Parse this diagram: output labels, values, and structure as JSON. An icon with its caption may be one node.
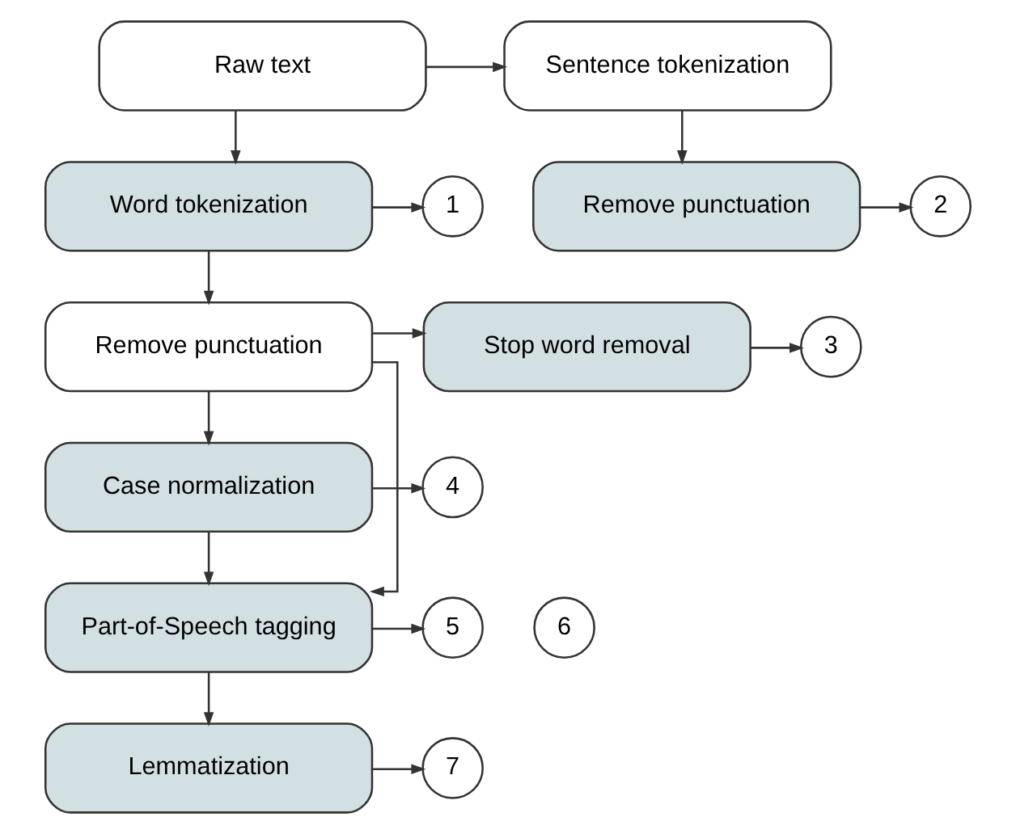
{
  "diagram": {
    "nodes": [
      {
        "text": [
          "Raw text"
        ]
      },
      {
        "text": [
          "Sentence tokenization"
        ]
      },
      {
        "text": [
          "Word tokenization"
        ]
      },
      {
        "text": [
          "1"
        ]
      },
      {
        "text": [
          "Remove punctuation"
        ]
      },
      {
        "text": [
          "2"
        ]
      },
      {
        "text": [
          "Remove punctuation"
        ]
      },
      {
        "text": [
          "Stop word removal"
        ]
      },
      {
        "text": [
          "3"
        ]
      },
      {
        "text": [
          "Case normalization"
        ]
      },
      {
        "text": [
          "4"
        ]
      },
      {
        "text": [
          "Part-of-Speech tagging"
        ]
      },
      {
        "text": [
          "5"
        ]
      },
      {
        "text": [
          "6"
        ]
      },
      {
        "text": [
          "Lemmatization"
        ]
      },
      {
        "text": [
          "7"
        ]
      }
    ],
    "edges": [
      {
        "from": 0,
        "to": 1,
        "arrow": "to"
      },
      {
        "from": 0,
        "to": 2,
        "arrow": "to"
      },
      {
        "from": 1,
        "to": 4,
        "arrow": "to"
      },
      {
        "from": 2,
        "to": 3,
        "arrow": "to"
      },
      {
        "from": 4,
        "to": 5,
        "arrow": "to"
      },
      {
        "from": 2,
        "to": 6,
        "arrow": "to"
      },
      {
        "from": 6,
        "to": 7,
        "arrow": "to"
      },
      {
        "from": 7,
        "to": 8,
        "arrow": "to"
      },
      {
        "from": 6,
        "to": 9,
        "arrow": "to"
      },
      {
        "from": 9,
        "to": 10,
        "arrow": "to"
      },
      {
        "from": 9,
        "to": 11,
        "arrow": "to"
      },
      {
        "from": 6,
        "to": 11,
        "arrow": "to"
      },
      {
        "from": 11,
        "to": 12,
        "arrow": "to"
      },
      {
        "from": 11,
        "to": 14,
        "arrow": "to"
      },
      {
        "from": 14,
        "to": 15,
        "arrow": "to"
      }
    ]
  }
}
